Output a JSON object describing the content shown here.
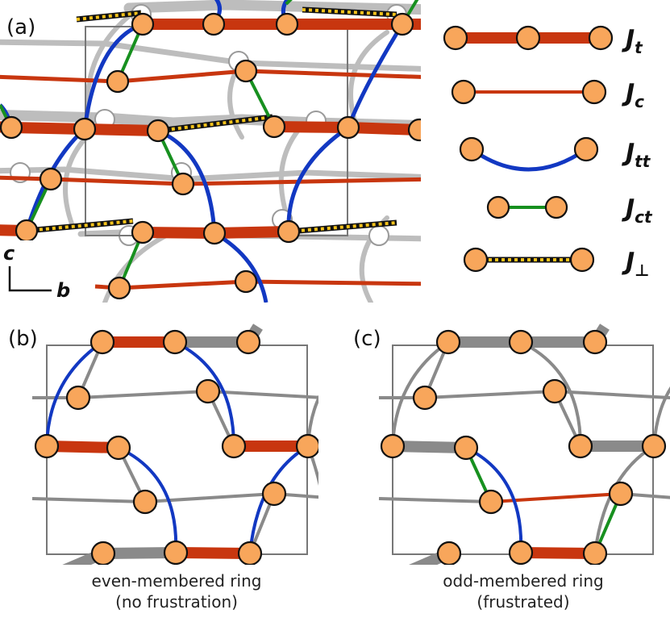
{
  "panels": {
    "a": {
      "label": "(a)"
    },
    "b": {
      "label": "(b)",
      "caption_line1": "even-membered ring",
      "caption_line2": "(no frustration)"
    },
    "c": {
      "label": "(c)",
      "caption_line1": "odd-membered ring",
      "caption_line2": "(frustrated)"
    }
  },
  "axes": {
    "vertical": "c",
    "horizontal": "b"
  },
  "legend": [
    {
      "symbol": "J",
      "sub": "t"
    },
    {
      "symbol": "J",
      "sub": "c"
    },
    {
      "symbol": "J",
      "sub": "tt"
    },
    {
      "symbol": "J",
      "sub": "ct"
    },
    {
      "symbol": "J",
      "sub": "⊥"
    }
  ],
  "colors": {
    "J_t": "#C8360F",
    "J_c": "#C8360F",
    "J_tt": "#1238C2",
    "J_ct": "#17901F",
    "J_perp": "#F4C21B",
    "node_fill": "#F8A65B",
    "inactive": "#8a8a8a",
    "background_bond": "#b9b9b9"
  }
}
